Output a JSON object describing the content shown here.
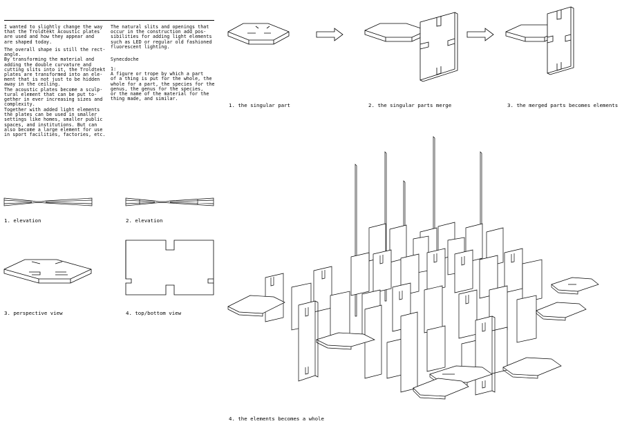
{
  "intro": {
    "paragraphs": [
      "I wanted to slightly change the way\nthat the Troldtekt Acoustic plates\nare used and how they appear and\nare shaped today.",
      "The overall shape is still the rect-\nangle.\nBy transforming the material and\nadding the double curvature and\ncutting slits into it, the Troldtekt\nplates are transformed into an ele-\nment that is not just to be hidden\naway in the ceiling.\nThe acoustic plates become a sculp-\ntural element that can be put to-\ngether in ever increasing sizes and\ncomplexity.",
      "Together with added light elements\nthe plates can be used in smaller\nsettings like homes, smaller public\nspaces, and institutions. But can\nalso become a large element for use\nin sport facilities, factories, etc."
    ]
  },
  "side_note": {
    "paragraph": "The natural slits and openings that\noccur in the construction add pos-\nsibilities for adding light elements\nsuch as LED or regular old fashioned\nfluorescent lighting.",
    "heading": "Synecdoche",
    "definition": "1:\nA figure or trope by which a part\nof a thing is put for the whole, the\nwhole for a part, the species for the\ngenus, the genus for the species,\nor the name of the material for the\nthing made, and similar."
  },
  "captions": {
    "elevation_1": "1. elevation",
    "elevation_2": "2. elevation",
    "perspective": "3. perspective view",
    "top_bottom": "4. top/bottom view",
    "step_1": "1. the singular part",
    "step_2": "2. the singular parts merge",
    "step_3": "3. the merged parts becomes elements",
    "whole": "4. the elements becomes a whole"
  }
}
